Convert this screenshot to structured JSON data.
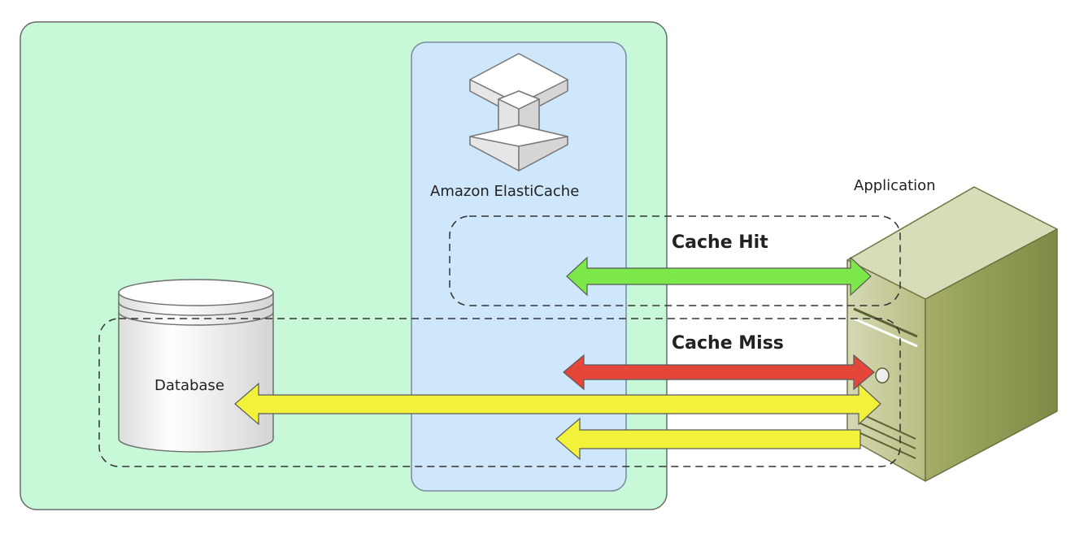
{
  "labels": {
    "elasticache": "Amazon ElastiCache",
    "application": "Application",
    "cache_hit": "Cache Hit",
    "cache_miss": "Cache Miss",
    "database": "Database"
  },
  "colors": {
    "outer_region_fill": "#c7f8d8",
    "outer_region_stroke": "#6a6a6a",
    "cache_panel_fill": "#cfe7fb",
    "cache_panel_stroke": "#7a8a99",
    "hit_arrow": "#7ce84a",
    "miss_arrow": "#e4473a",
    "data_arrow": "#f2f23a",
    "server_front": "#c3c896",
    "server_side": "#8f9a55",
    "server_top": "#d9dcb8"
  },
  "icons": {
    "cache_icon": "elasticache-icon",
    "database_icon": "database-cylinder-icon",
    "server_icon": "application-server-icon"
  }
}
